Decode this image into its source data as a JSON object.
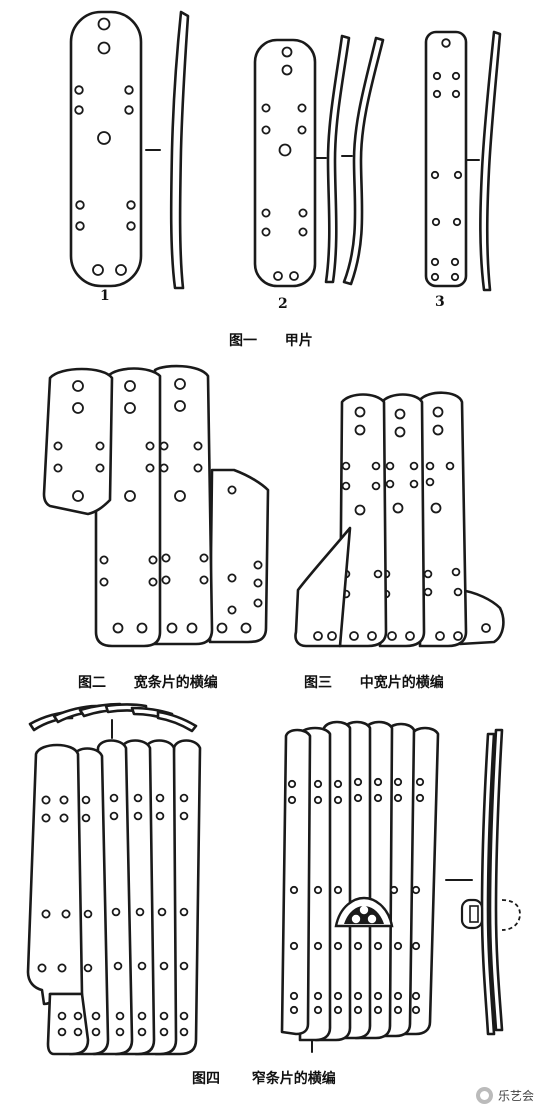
{
  "figures": [
    {
      "id": "fig1",
      "caption_label": "图一",
      "caption_text": "甲片",
      "sub_labels": [
        "1",
        "2",
        "3"
      ]
    },
    {
      "id": "fig2",
      "caption_label": "图二",
      "caption_text": "宽条片的横编"
    },
    {
      "id": "fig3",
      "caption_label": "图三",
      "caption_text": "中宽片的横编"
    },
    {
      "id": "fig4",
      "caption_label": "图四",
      "caption_text": "窄条片的横编"
    }
  ],
  "watermark": {
    "text": "乐艺会",
    "icon": "wechat-channel-icon"
  }
}
